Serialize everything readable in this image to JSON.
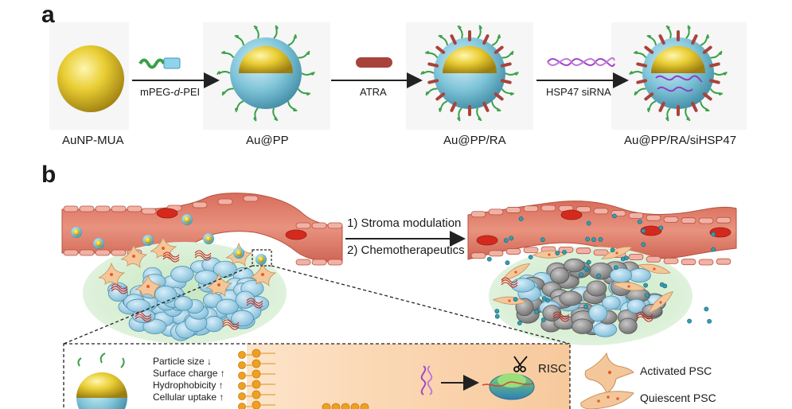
{
  "panel_a": {
    "letter": "a",
    "nanoparticles": [
      "AuNP-MUA",
      "Au@PP",
      "Au@PP/RA",
      "Au@PP/RA/siHSP47"
    ],
    "arrows": [
      {
        "prefix": "mPEG-",
        "italic": "d",
        "suffix": "-PEI"
      },
      {
        "text": "ATRA"
      },
      {
        "text": "HSP47 siRNA"
      }
    ]
  },
  "panel_b": {
    "letter": "b",
    "steps": [
      "1) Stroma modulation",
      "2) Chemotherapeutics"
    ],
    "properties": [
      {
        "name": "Particle size",
        "trend": "↓"
      },
      {
        "name": "Surface charge",
        "trend": "↑"
      },
      {
        "name": "Hydrophobicity",
        "trend": "↑"
      },
      {
        "name": "Cellular uptake",
        "trend": "↑"
      }
    ],
    "risc_label": "RISC",
    "legend": [
      "Activated PSC",
      "Quiescent PSC"
    ]
  },
  "colors": {
    "gold": "#e6c52a",
    "shell": "#7fc4d8",
    "vessel": "#e07f6e",
    "tumor_bg": "#d7efd3",
    "tumor_cell": "#9fd0e6",
    "psc": "#f3c79a",
    "rbc": "#d42a1e",
    "peg": "#3aa048",
    "atra": "#a8433b",
    "sirna": "#a347c4"
  },
  "icons": [
    "scissors-icon",
    "gold-nanoparticle-icon",
    "sirna-helix-icon"
  ]
}
